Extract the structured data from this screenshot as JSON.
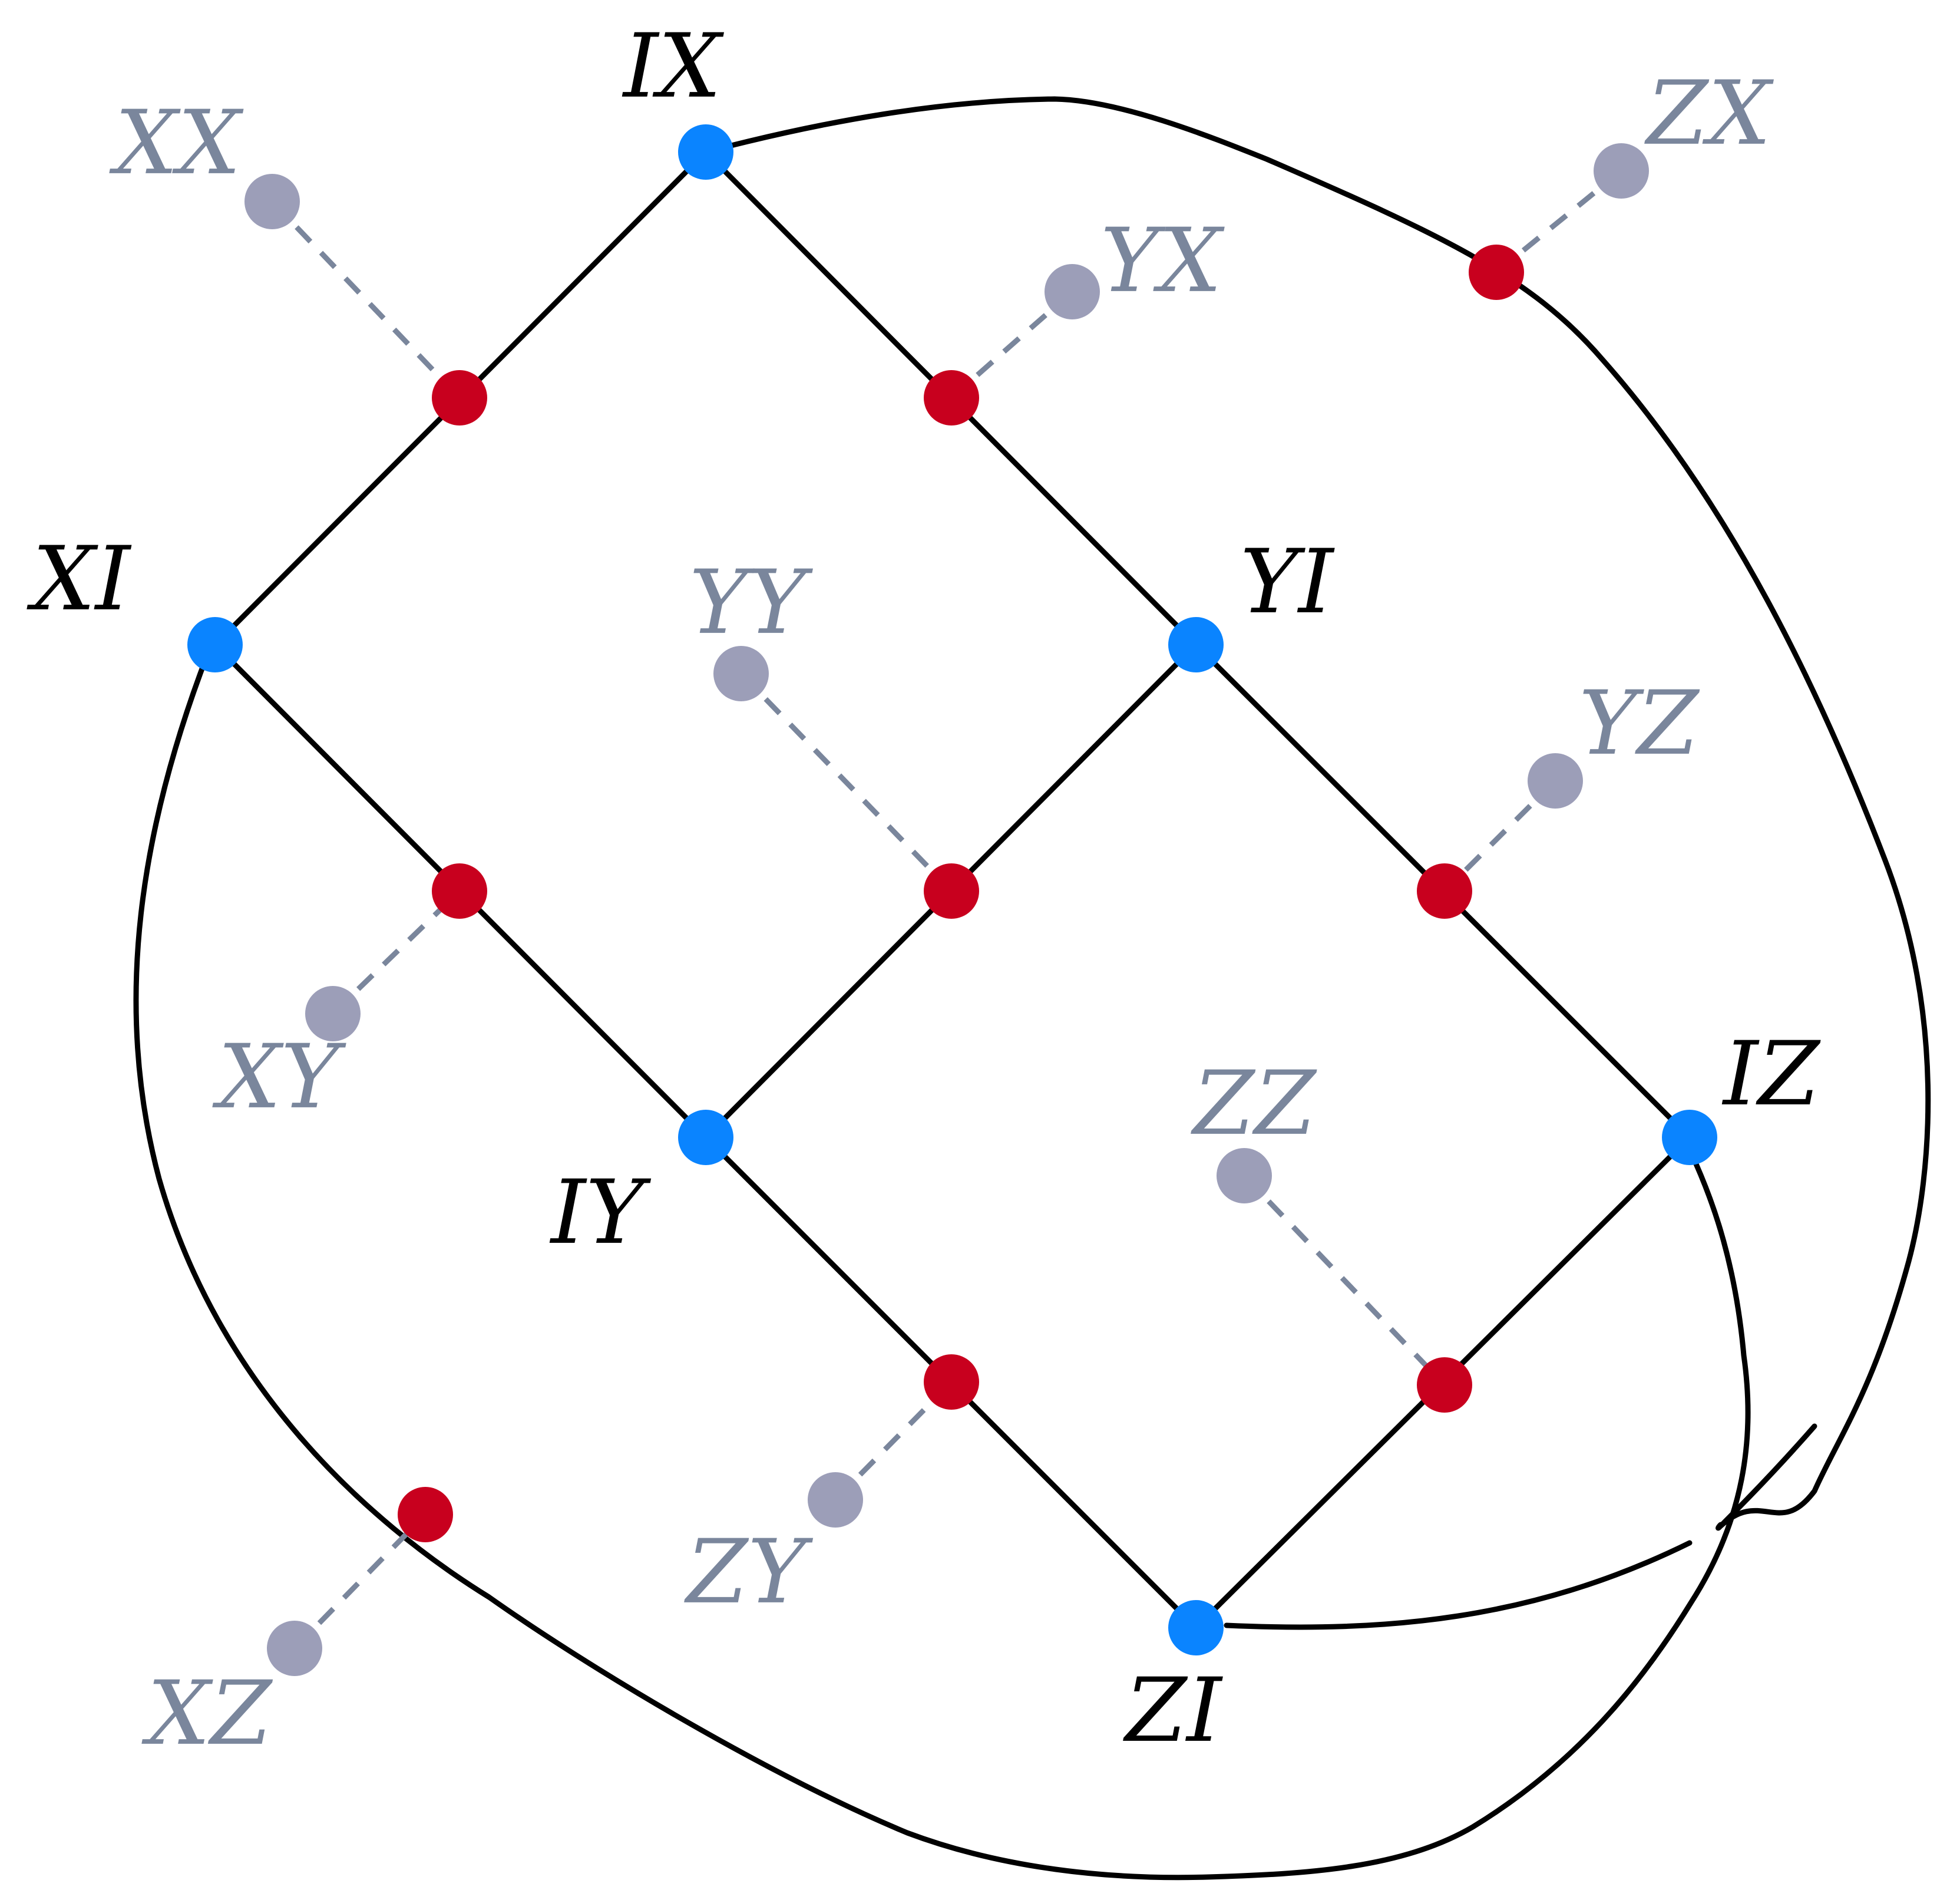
{
  "colors": {
    "primary_node": "#0a84ff",
    "middle_node": "#c8001e",
    "outer_node": "#9c9eb8",
    "edge": "#000000",
    "secondary_label": "#7a869c"
  },
  "primary_nodes": [
    {
      "id": "IX",
      "label": "IX"
    },
    {
      "id": "XI",
      "label": "XI"
    },
    {
      "id": "YI",
      "label": "YI"
    },
    {
      "id": "IY",
      "label": "IY"
    },
    {
      "id": "IZ",
      "label": "IZ"
    },
    {
      "id": "ZI",
      "label": "ZI"
    }
  ],
  "secondary_nodes": [
    {
      "id": "XX",
      "label": "XX"
    },
    {
      "id": "YX",
      "label": "YX"
    },
    {
      "id": "ZX",
      "label": "ZX"
    },
    {
      "id": "YY",
      "label": "YY"
    },
    {
      "id": "YZ",
      "label": "YZ"
    },
    {
      "id": "XY",
      "label": "XY"
    },
    {
      "id": "ZZ",
      "label": "ZZ"
    },
    {
      "id": "ZY",
      "label": "ZY"
    },
    {
      "id": "XZ",
      "label": "XZ"
    }
  ]
}
